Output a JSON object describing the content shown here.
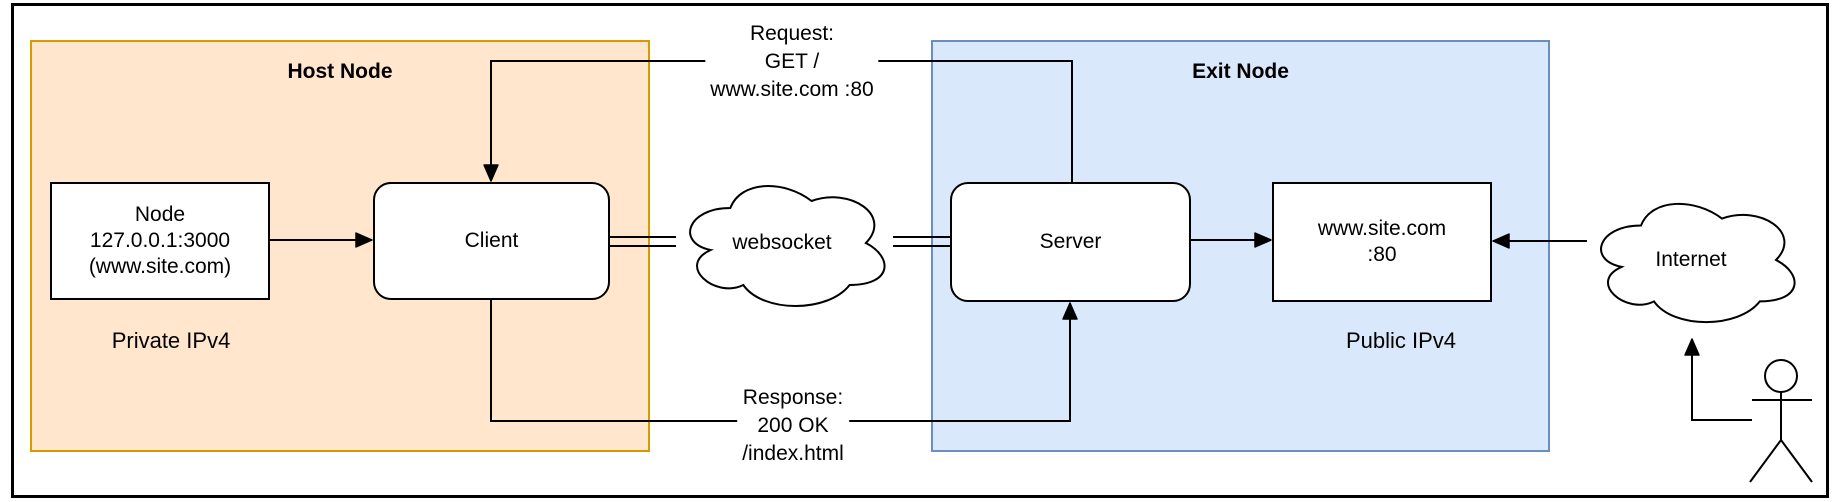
{
  "diagram": {
    "containers": {
      "host_node": {
        "title": "Host Node",
        "region_label": "Private IPv4",
        "fill": "#FFE6CC",
        "stroke": "#D79B00"
      },
      "exit_node": {
        "title": "Exit Node",
        "region_label": "Public IPv4",
        "fill": "#DAE8FC",
        "stroke": "#6C8EBF"
      }
    },
    "nodes": {
      "node_box": {
        "lines": [
          "Node",
          "127.0.0.1:3000",
          "(www.site.com)"
        ]
      },
      "client": {
        "label": "Client"
      },
      "server": {
        "label": "Server"
      },
      "site_box": {
        "lines": [
          "www.site.com",
          ":80"
        ]
      },
      "websocket_cloud": {
        "label": "websocket"
      },
      "internet_cloud": {
        "label": "Internet"
      }
    },
    "edges": {
      "request": {
        "lines": [
          "Request:",
          "GET /",
          "www.site.com :80"
        ]
      },
      "response": {
        "lines": [
          "Response:",
          "200 OK",
          "/index.html"
        ]
      }
    },
    "line_color": "#000000",
    "shape_fill": "#FFFFFF"
  }
}
